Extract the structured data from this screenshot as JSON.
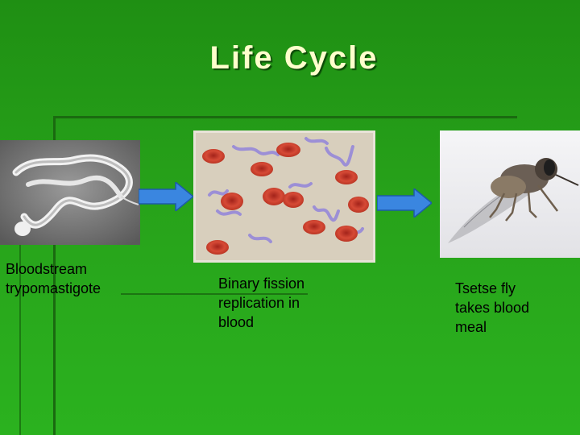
{
  "slide": {
    "title": "Life Cycle",
    "stages": [
      {
        "caption_line1": "Bloodstream",
        "caption_line2": "trypomastigote",
        "image_icon": "trypomastigote-micrograph"
      },
      {
        "caption_line1": "Binary fission",
        "caption_line2": "replication in",
        "caption_line3": "blood",
        "image_icon": "blood-cells-parasites-image"
      },
      {
        "caption_line1": "Tsetse fly",
        "caption_line2": "takes blood",
        "caption_line3": "meal",
        "image_icon": "tsetse-fly-photo"
      }
    ],
    "arrow_icon": "right-arrow-icon"
  },
  "colors": {
    "background": "#27a21a",
    "title": "#ffffcc",
    "arrow": "#3a86e0"
  }
}
